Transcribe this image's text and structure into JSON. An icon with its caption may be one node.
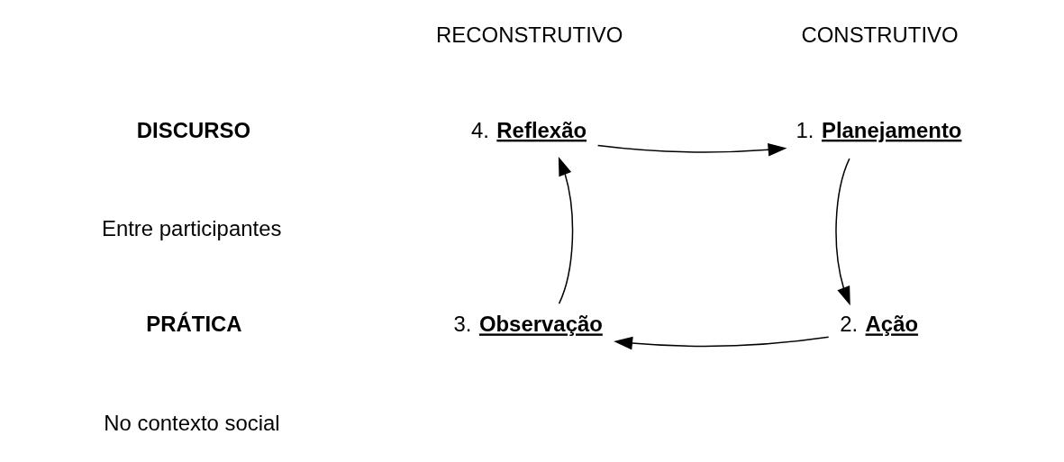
{
  "diagram": {
    "nodes": [
      {
        "text": [
          "4. **Reflexão**"
        ]
      },
      {
        "text": [
          "1. **Planejamento**"
        ]
      },
      {
        "text": [
          "2. **Ação**"
        ]
      },
      {
        "text": [
          "3. **Observação**"
        ]
      }
    ],
    "edges": [
      {
        "from": 0,
        "to": 1,
        "arrow": "to"
      },
      {
        "from": 1,
        "to": 2,
        "arrow": "to"
      },
      {
        "from": 2,
        "to": 3,
        "arrow": "to"
      },
      {
        "from": 3,
        "to": 0,
        "arrow": "to"
      }
    ],
    "labels": [
      "RECONSTRUTIVO",
      "CONSTRUTIVO",
      "DISCURSO",
      "Entre participantes",
      "PRÁTICA",
      "No contexto social"
    ]
  }
}
